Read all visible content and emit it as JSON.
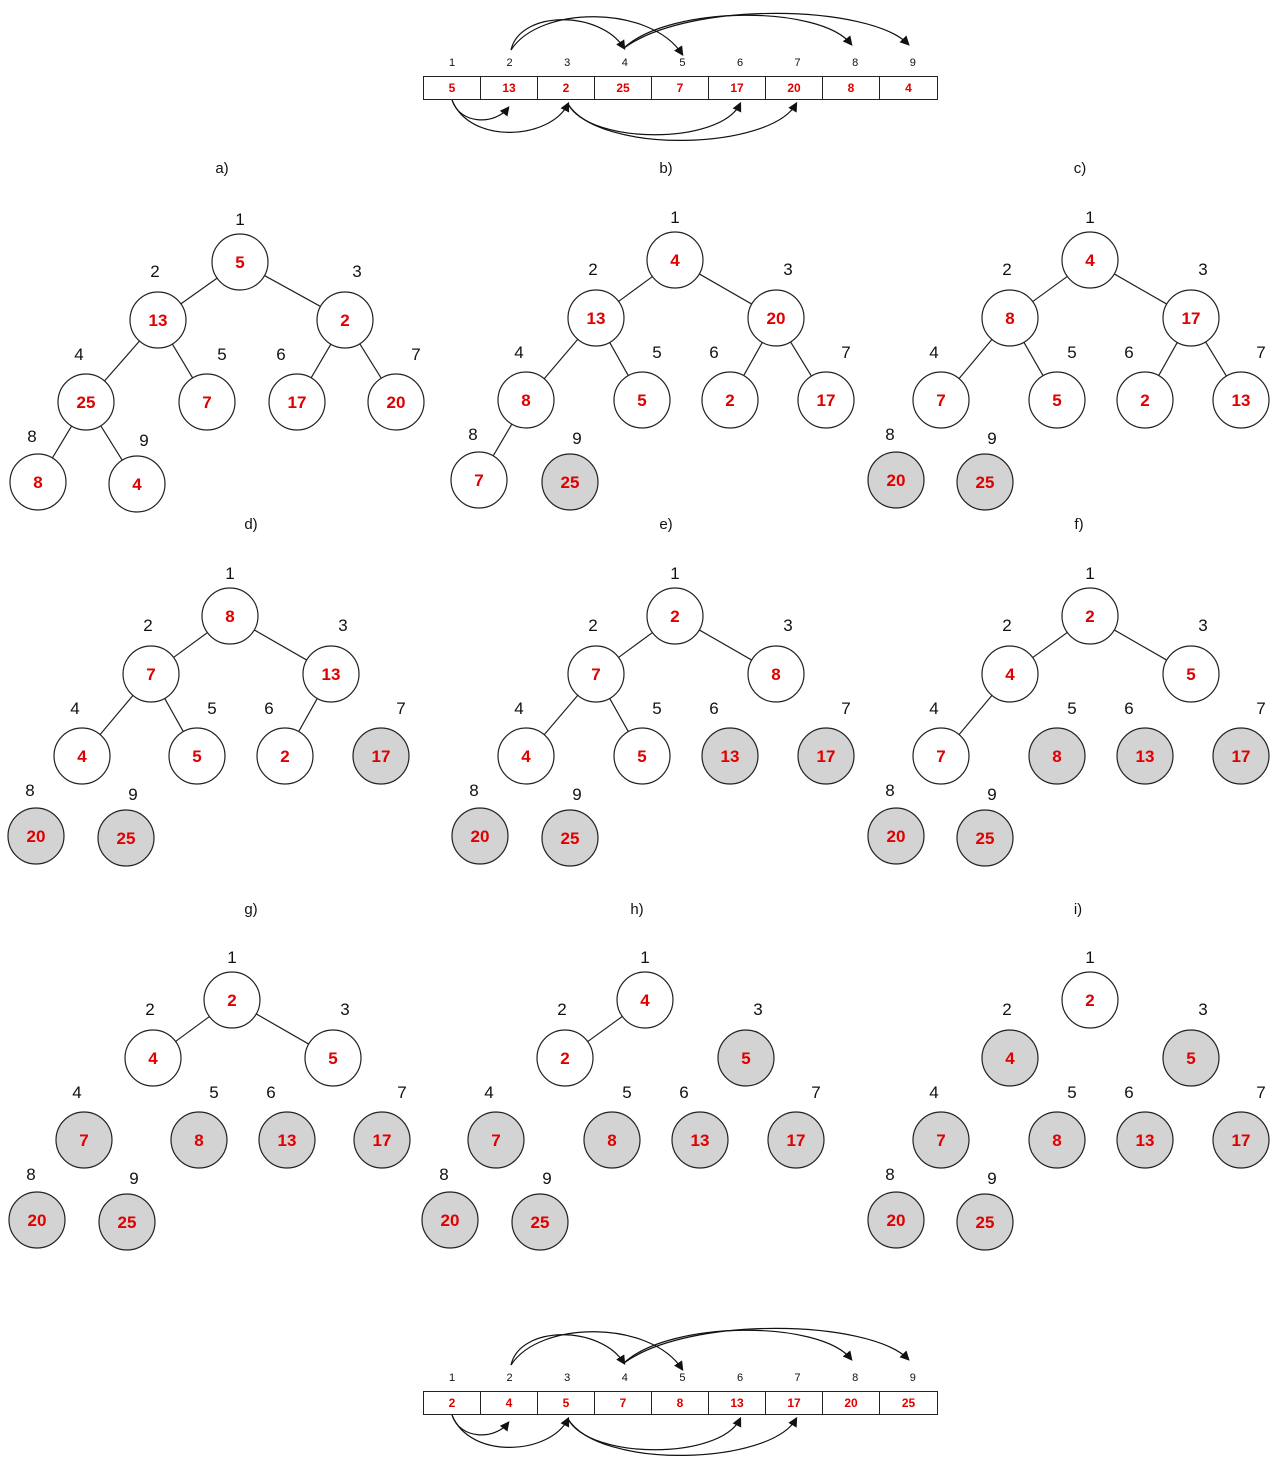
{
  "top_array": {
    "indices": [
      "1",
      "2",
      "3",
      "4",
      "5",
      "6",
      "7",
      "8",
      "9"
    ],
    "values": [
      "5",
      "13",
      "2",
      "25",
      "7",
      "17",
      "20",
      "8",
      "4"
    ]
  },
  "bottom_array": {
    "indices": [
      "1",
      "2",
      "3",
      "4",
      "5",
      "6",
      "7",
      "8",
      "9"
    ],
    "values": [
      "2",
      "4",
      "5",
      "7",
      "8",
      "13",
      "17",
      "20",
      "25"
    ]
  },
  "panel_labels": [
    "a)",
    "b)",
    "c)",
    "d)",
    "e)",
    "f)",
    "g)",
    "h)",
    "i)"
  ],
  "colors": {
    "value_red": "#e00000",
    "sorted_fill": "#d3d3d3",
    "node_fill": "#ffffff"
  },
  "trees": [
    {
      "name": "tree-a",
      "values": [
        "5",
        "13",
        "2",
        "25",
        "7",
        "17",
        "20",
        "8",
        "4"
      ],
      "sorted": [
        false,
        false,
        false,
        false,
        false,
        false,
        false,
        false,
        false
      ],
      "edges": [
        [
          1,
          2
        ],
        [
          1,
          3
        ],
        [
          2,
          4
        ],
        [
          2,
          5
        ],
        [
          3,
          6
        ],
        [
          3,
          7
        ],
        [
          4,
          8
        ],
        [
          4,
          9
        ]
      ]
    },
    {
      "name": "tree-b",
      "values": [
        "4",
        "13",
        "20",
        "8",
        "5",
        "2",
        "17",
        "7",
        "25"
      ],
      "sorted": [
        false,
        false,
        false,
        false,
        false,
        false,
        false,
        false,
        true
      ],
      "edges": [
        [
          1,
          2
        ],
        [
          1,
          3
        ],
        [
          2,
          4
        ],
        [
          2,
          5
        ],
        [
          3,
          6
        ],
        [
          3,
          7
        ],
        [
          4,
          8
        ]
      ]
    },
    {
      "name": "tree-c",
      "values": [
        "4",
        "8",
        "17",
        "7",
        "5",
        "2",
        "13",
        "20",
        "25"
      ],
      "sorted": [
        false,
        false,
        false,
        false,
        false,
        false,
        false,
        true,
        true
      ],
      "edges": [
        [
          1,
          2
        ],
        [
          1,
          3
        ],
        [
          2,
          4
        ],
        [
          2,
          5
        ],
        [
          3,
          6
        ],
        [
          3,
          7
        ]
      ]
    },
    {
      "name": "tree-d",
      "values": [
        "8",
        "7",
        "13",
        "4",
        "5",
        "2",
        "17",
        "20",
        "25"
      ],
      "sorted": [
        false,
        false,
        false,
        false,
        false,
        false,
        true,
        true,
        true
      ],
      "edges": [
        [
          1,
          2
        ],
        [
          1,
          3
        ],
        [
          2,
          4
        ],
        [
          2,
          5
        ],
        [
          3,
          6
        ]
      ]
    },
    {
      "name": "tree-e",
      "values": [
        "2",
        "7",
        "8",
        "4",
        "5",
        "13",
        "17",
        "20",
        "25"
      ],
      "sorted": [
        false,
        false,
        false,
        false,
        false,
        true,
        true,
        true,
        true
      ],
      "edges": [
        [
          1,
          2
        ],
        [
          1,
          3
        ],
        [
          2,
          4
        ],
        [
          2,
          5
        ]
      ]
    },
    {
      "name": "tree-f",
      "values": [
        "2",
        "4",
        "5",
        "7",
        "8",
        "13",
        "17",
        "20",
        "25"
      ],
      "sorted": [
        false,
        false,
        false,
        false,
        true,
        true,
        true,
        true,
        true
      ],
      "edges": [
        [
          1,
          2
        ],
        [
          1,
          3
        ],
        [
          2,
          4
        ]
      ]
    },
    {
      "name": "tree-g",
      "values": [
        "2",
        "4",
        "5",
        "7",
        "8",
        "13",
        "17",
        "20",
        "25"
      ],
      "sorted": [
        false,
        false,
        false,
        true,
        true,
        true,
        true,
        true,
        true
      ],
      "edges": [
        [
          1,
          2
        ],
        [
          1,
          3
        ]
      ]
    },
    {
      "name": "tree-h",
      "values": [
        "4",
        "2",
        "5",
        "7",
        "8",
        "13",
        "17",
        "20",
        "25"
      ],
      "sorted": [
        false,
        false,
        true,
        true,
        true,
        true,
        true,
        true,
        true
      ],
      "edges": [
        [
          1,
          2
        ]
      ]
    },
    {
      "name": "tree-i",
      "values": [
        "2",
        "4",
        "5",
        "7",
        "8",
        "13",
        "17",
        "20",
        "25"
      ],
      "sorted": [
        false,
        true,
        true,
        true,
        true,
        true,
        true,
        true,
        true
      ],
      "edges": []
    }
  ]
}
